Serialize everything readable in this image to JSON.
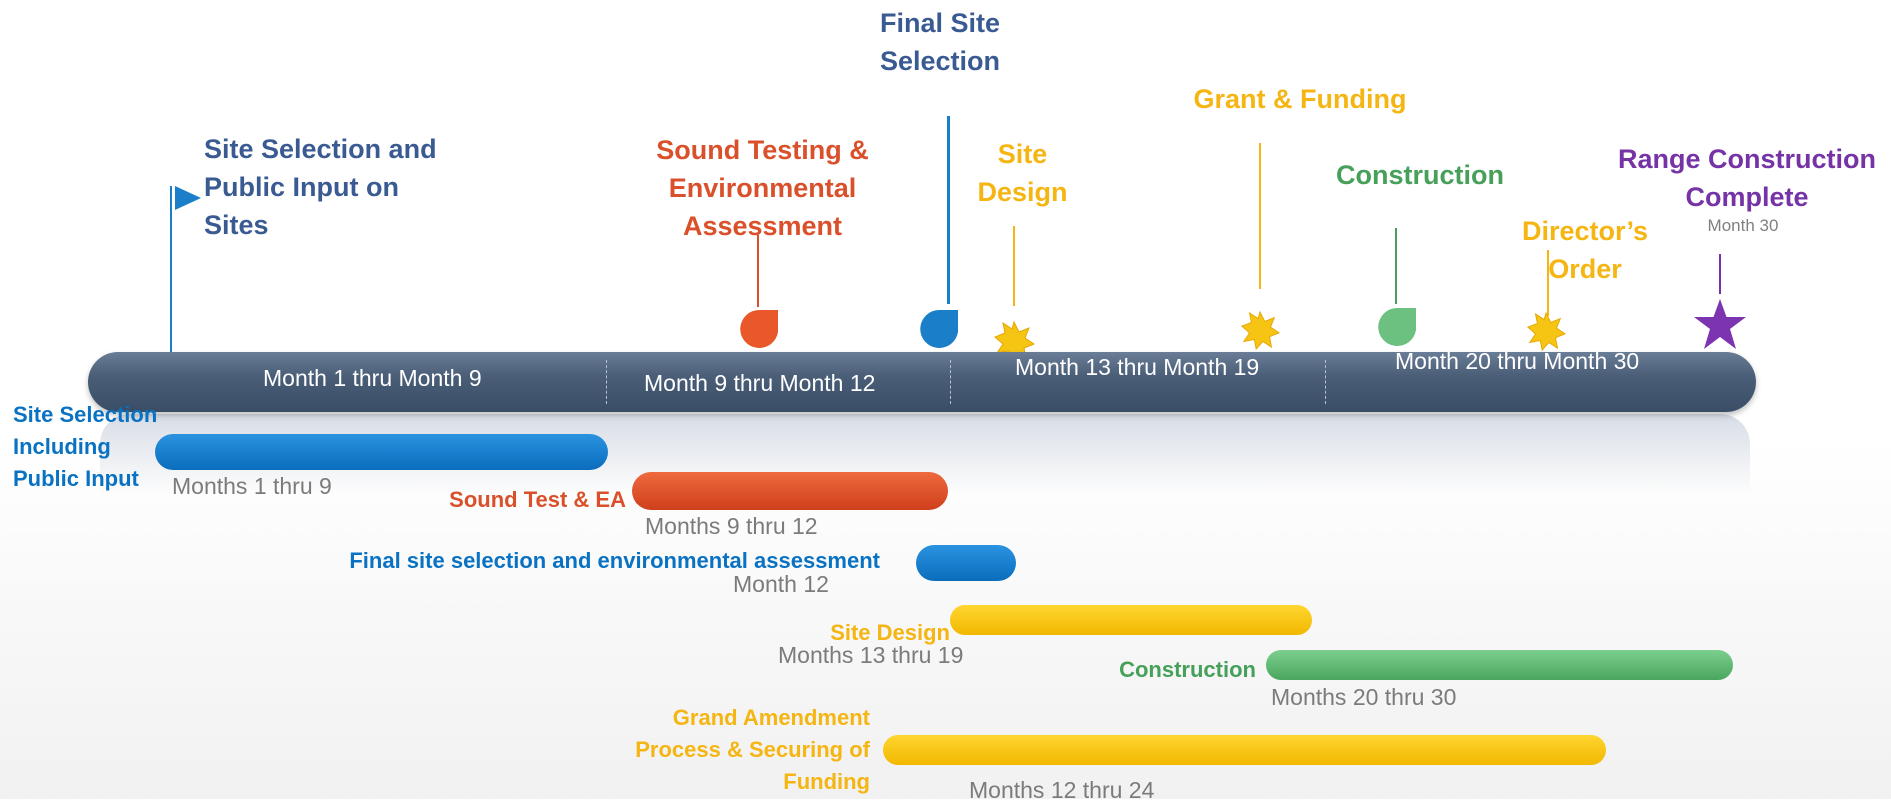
{
  "milestones": {
    "site_selection": "Site Selection and Public Input on Sites",
    "sound_testing": "Sound Testing & Environmental Assessment",
    "final_site": "Final Site Selection",
    "site_design": "Site Design",
    "grant_funding": "Grant & Funding",
    "construction": "Construction",
    "directors_order": "Director’s Order",
    "range_complete": "Range Construction Complete",
    "range_complete_month": "Month 30"
  },
  "axis_segments": [
    "Month 1 thru Month 9",
    "Month 9 thru Month 12",
    "Month 13 thru Month 19",
    "Month 20 thru Month 30"
  ],
  "tasks": {
    "site_selection": {
      "label": "Site Selection Including Public Input",
      "duration": "Months 1 thru 9"
    },
    "sound_test": {
      "label": "Sound Test & EA",
      "duration": "Months 9 thru 12"
    },
    "final_selection": {
      "label": "Final site selection and environmental assessment",
      "duration": "Month 12"
    },
    "site_design": {
      "label": "Site Design",
      "duration": "Months 13 thru 19"
    },
    "construction": {
      "label": "Construction",
      "duration": "Months 20 thru 30"
    },
    "grant": {
      "label": "Grand Amendment Process & Securing of Funding",
      "duration": "Months 12 thru 24"
    }
  },
  "colors": {
    "blue_title": "#3a5a92",
    "orange": "#d9502a",
    "yellow": "#f5b512",
    "green": "#46a05a",
    "purple": "#7633a6",
    "task_blue": "#0a72c2",
    "axis": "#4a5e78"
  },
  "icons": [
    "flag-icon",
    "drop-icon",
    "burst-icon",
    "star-icon"
  ]
}
